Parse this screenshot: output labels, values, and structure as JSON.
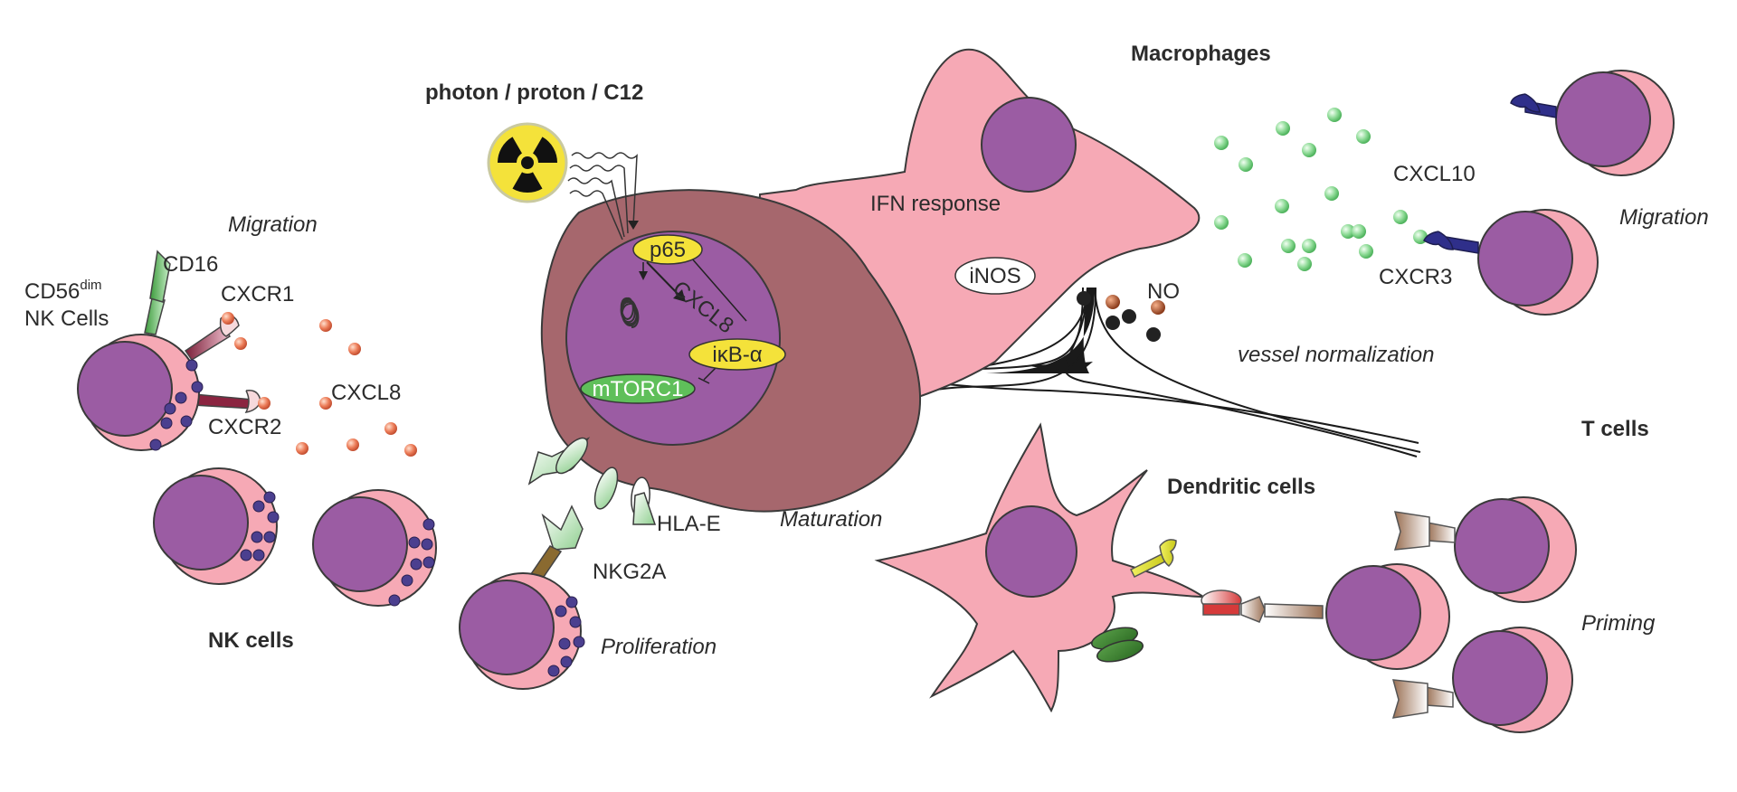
{
  "title": "photon / proton / C12",
  "groups": {
    "nk": "NK cells",
    "macrophages": "Macrophages",
    "t_cells": "T cells",
    "dendritic": "Dendritic cells"
  },
  "labels": {
    "cd56_main": "CD56",
    "cd56_sup": "dim",
    "nk_cells_line": "NK Cells",
    "cd16": "CD16",
    "cxcr1": "CXCR1",
    "cxcr2": "CXCR2",
    "cxcl8": "CXCL8",
    "nkg2a": "NKG2A",
    "hla_e": "HLA-E",
    "p65": "p65",
    "cxcl8_mrna": "CXCL8",
    "ikb": "iκB-α",
    "mtorc1": "mTORC1",
    "ifn_response": "IFN response",
    "inos": "iNOS",
    "no": "NO",
    "cxcl10": "CXCL10",
    "cxcr3": "CXCR3"
  },
  "processes": {
    "migration_nk": "Migration",
    "migration_t": "Migration",
    "proliferation": "Proliferation",
    "maturation": "Maturation",
    "vessel_normalization": "vessel normalization",
    "priming": "Priming"
  },
  "colors": {
    "cell_pink": "#f6a9b5",
    "nucleus_purple": "#9b5ca3",
    "tumor_brown": "#a6676d",
    "granule": "#4b3f8f",
    "cxcl8_dot": "#e8714f",
    "cxcl10_dot": "#7ed88a",
    "ifn_yellow": "#f4e23a",
    "mtorc_green": "#5fbf5a",
    "receptor_navy": "#2f2f8a"
  },
  "icons": {
    "radiation": "radiation-hazard-icon"
  }
}
